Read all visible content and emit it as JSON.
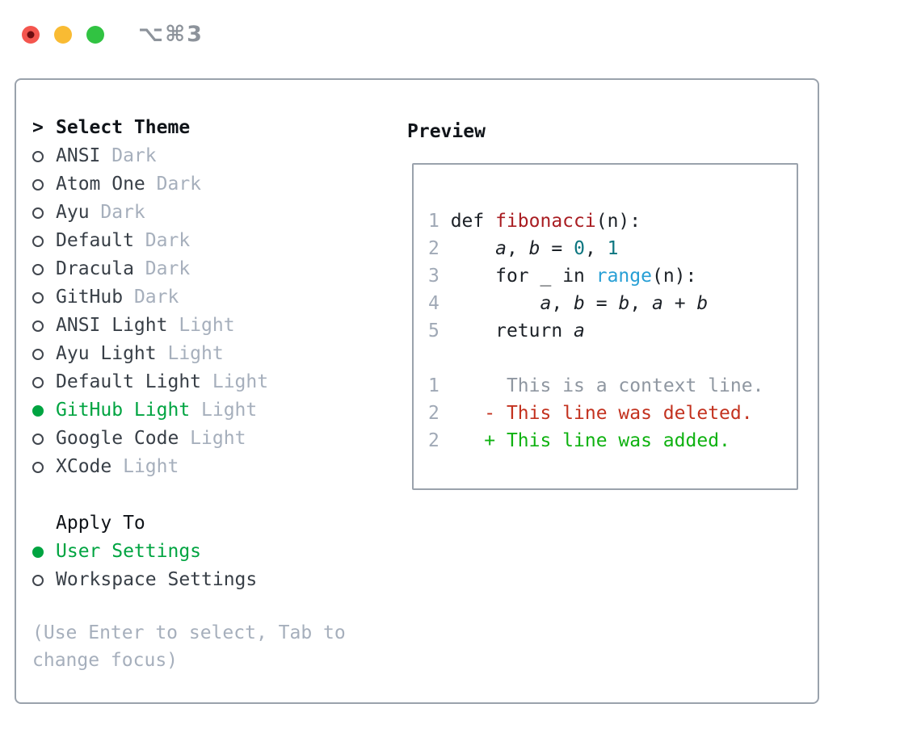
{
  "titlebar": {
    "shortcut": "⌥⌘3",
    "traffic_lights": [
      {
        "name": "close",
        "color": "#f4554e",
        "has_inner_dot": true,
        "inner_dot_color": "#6d0d10"
      },
      {
        "name": "minimize",
        "color": "#f9bb33",
        "has_inner_dot": false
      },
      {
        "name": "zoom",
        "color": "#31c342",
        "has_inner_dot": false
      }
    ]
  },
  "theme_picker": {
    "prompt": ">",
    "title": "Select Theme",
    "themes": [
      {
        "name": "ANSI",
        "variant": "Dark",
        "selected": false
      },
      {
        "name": "Atom One",
        "variant": "Dark",
        "selected": false
      },
      {
        "name": "Ayu",
        "variant": "Dark",
        "selected": false
      },
      {
        "name": "Default",
        "variant": "Dark",
        "selected": false
      },
      {
        "name": "Dracula",
        "variant": "Dark",
        "selected": false
      },
      {
        "name": "GitHub",
        "variant": "Dark",
        "selected": false
      },
      {
        "name": "ANSI Light",
        "variant": "Light",
        "selected": false
      },
      {
        "name": "Ayu Light",
        "variant": "Light",
        "selected": false
      },
      {
        "name": "Default Light",
        "variant": "Light",
        "selected": false
      },
      {
        "name": "GitHub Light",
        "variant": "Light",
        "selected": true
      },
      {
        "name": "Google Code",
        "variant": "Light",
        "selected": false
      },
      {
        "name": "XCode",
        "variant": "Light",
        "selected": false
      }
    ],
    "apply_to": {
      "title": "Apply To",
      "options": [
        {
          "name": "User Settings",
          "selected": true
        },
        {
          "name": "Workspace Settings",
          "selected": false
        }
      ]
    },
    "hint": "(Use Enter to select, Tab to change focus)"
  },
  "preview": {
    "title": "Preview",
    "lines": [
      {
        "segments": [
          {
            "t": "1 ",
            "c": "ln"
          },
          {
            "t": "def ",
            "c": "plain"
          },
          {
            "t": "fibonacci",
            "c": "func"
          },
          {
            "t": "(n):",
            "c": "plain"
          }
        ]
      },
      {
        "segments": [
          {
            "t": "2",
            "c": "ln"
          },
          {
            "t": "     ",
            "c": "plain"
          },
          {
            "t": "a",
            "c": "var"
          },
          {
            "t": ", ",
            "c": "plain"
          },
          {
            "t": "b",
            "c": "var"
          },
          {
            "t": " = ",
            "c": "plain"
          },
          {
            "t": "0",
            "c": "num"
          },
          {
            "t": ", ",
            "c": "plain"
          },
          {
            "t": "1",
            "c": "num"
          }
        ]
      },
      {
        "segments": [
          {
            "t": "3",
            "c": "ln"
          },
          {
            "t": "     ",
            "c": "plain"
          },
          {
            "t": "for _ in ",
            "c": "plain"
          },
          {
            "t": "range",
            "c": "call"
          },
          {
            "t": "(n):",
            "c": "plain"
          }
        ]
      },
      {
        "segments": [
          {
            "t": "4",
            "c": "ln"
          },
          {
            "t": "         ",
            "c": "plain"
          },
          {
            "t": "a",
            "c": "var"
          },
          {
            "t": ", ",
            "c": "plain"
          },
          {
            "t": "b",
            "c": "var"
          },
          {
            "t": " = ",
            "c": "plain"
          },
          {
            "t": "b",
            "c": "var"
          },
          {
            "t": ", ",
            "c": "plain"
          },
          {
            "t": "a",
            "c": "var"
          },
          {
            "t": " + ",
            "c": "plain"
          },
          {
            "t": "b",
            "c": "var"
          }
        ]
      },
      {
        "segments": [
          {
            "t": "5",
            "c": "ln"
          },
          {
            "t": "     ",
            "c": "plain"
          },
          {
            "t": "return ",
            "c": "plain"
          },
          {
            "t": "a",
            "c": "var"
          }
        ]
      },
      {
        "segments": []
      },
      {
        "segments": [
          {
            "t": "1",
            "c": "ln"
          },
          {
            "t": "      ",
            "c": "plain"
          },
          {
            "t": "This is a context line.",
            "c": "ctx"
          }
        ]
      },
      {
        "segments": [
          {
            "t": "2",
            "c": "ln"
          },
          {
            "t": "    ",
            "c": "plain"
          },
          {
            "t": "- This line was deleted.",
            "c": "del"
          }
        ]
      },
      {
        "segments": [
          {
            "t": "2",
            "c": "ln"
          },
          {
            "t": "    ",
            "c": "plain"
          },
          {
            "t": "+ This line was added.",
            "c": "add"
          }
        ]
      }
    ]
  },
  "colors": {
    "panel_border": "#9aa2ac",
    "text_primary": "#1c2127",
    "text_secondary": "#a6afbc",
    "selected_green": "#00a441",
    "diff_added_green": "#0fb211",
    "diff_deleted_red": "#c3321f",
    "syntax_function_red": "#a91d22",
    "syntax_number_teal": "#0d7680",
    "syntax_call_blue": "#279fd5",
    "traffic_red": "#f4554e",
    "traffic_yellow": "#f9bb33",
    "traffic_green": "#31c342"
  }
}
